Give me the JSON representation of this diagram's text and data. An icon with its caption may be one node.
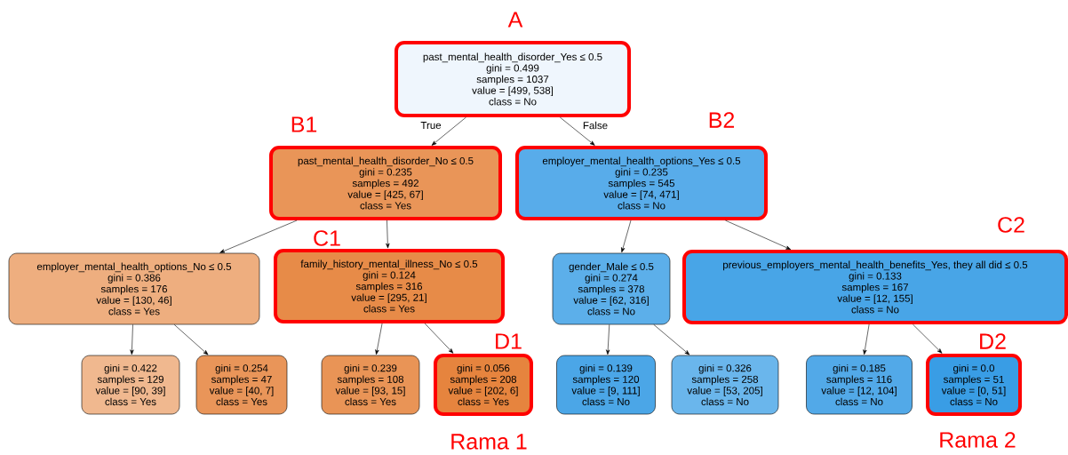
{
  "diagram": {
    "nodes": [
      {
        "text": [
          "past_mental_health_disorder_Yes ≤ 0.5",
          "gini = 0.499",
          "samples = 1037",
          "value = [499, 538]",
          "class = No"
        ],
        "beside": [
          "A"
        ]
      },
      {
        "text": [
          "past_mental_health_disorder_No ≤ 0.5",
          "gini = 0.235",
          "samples = 492",
          "value = [425, 67]",
          "class = Yes"
        ],
        "beside": [
          "B1"
        ]
      },
      {
        "text": [
          "employer_mental_health_options_Yes ≤ 0.5",
          "gini = 0.235",
          "samples = 545",
          "value = [74, 471]",
          "class = No"
        ],
        "beside": [
          "B2"
        ]
      },
      {
        "text": [
          "employer_mental_health_options_No ≤ 0.5",
          "gini = 0.386",
          "samples = 176",
          "value = [130, 46]",
          "class = Yes"
        ]
      },
      {
        "text": [
          "family_history_mental_illness_No ≤ 0.5",
          "gini = 0.124",
          "samples = 316",
          "value = [295, 21]",
          "class = Yes"
        ],
        "beside": [
          "C1"
        ]
      },
      {
        "text": [
          "gender_Male ≤ 0.5",
          "gini = 0.274",
          "samples = 378",
          "value = [62, 316]",
          "class = No"
        ]
      },
      {
        "text": [
          "previous_employers_mental_health_benefits_Yes, they all did ≤ 0.5",
          "gini = 0.133",
          "samples = 167",
          "value = [12, 155]",
          "class = No"
        ],
        "beside": [
          "C2"
        ]
      },
      {
        "text": [
          "gini = 0.422",
          "samples = 129",
          "value = [90, 39]",
          "class = Yes"
        ]
      },
      {
        "text": [
          "gini = 0.254",
          "samples = 47",
          "value = [40, 7]",
          "class = Yes"
        ]
      },
      {
        "text": [
          "gini = 0.239",
          "samples = 108",
          "value = [93, 15]",
          "class = Yes"
        ]
      },
      {
        "text": [
          "gini = 0.056",
          "samples = 208",
          "value = [202, 6]",
          "class = Yes"
        ],
        "beside": [
          "D1",
          "Rama 1"
        ]
      },
      {
        "text": [
          "gini = 0.139",
          "samples = 120",
          "value = [9, 111]",
          "class = No"
        ]
      },
      {
        "text": [
          "gini = 0.326",
          "samples = 258",
          "value = [53, 205]",
          "class = No"
        ]
      },
      {
        "text": [
          "gini = 0.185",
          "samples = 116",
          "value = [12, 104]",
          "class = No"
        ]
      },
      {
        "text": [
          "gini = 0.0",
          "samples = 51",
          "value = [0, 51]",
          "class = No"
        ],
        "beside": [
          "D2",
          "Rama 2"
        ]
      }
    ],
    "edges": [
      {
        "from": 0,
        "to": 1,
        "arrow": "to",
        "label": "True"
      },
      {
        "from": 0,
        "to": 2,
        "arrow": "to",
        "label": "False"
      },
      {
        "from": 1,
        "to": 3,
        "arrow": "to"
      },
      {
        "from": 1,
        "to": 4,
        "arrow": "to"
      },
      {
        "from": 2,
        "to": 5,
        "arrow": "to"
      },
      {
        "from": 2,
        "to": 6,
        "arrow": "to"
      },
      {
        "from": 3,
        "to": 7,
        "arrow": "to"
      },
      {
        "from": 3,
        "to": 8,
        "arrow": "to"
      },
      {
        "from": 4,
        "to": 9,
        "arrow": "to"
      },
      {
        "from": 4,
        "to": 10,
        "arrow": "to"
      },
      {
        "from": 5,
        "to": 11,
        "arrow": "to"
      },
      {
        "from": 5,
        "to": 12,
        "arrow": "to"
      },
      {
        "from": 6,
        "to": 13,
        "arrow": "to"
      },
      {
        "from": 6,
        "to": 14,
        "arrow": "to"
      }
    ]
  }
}
